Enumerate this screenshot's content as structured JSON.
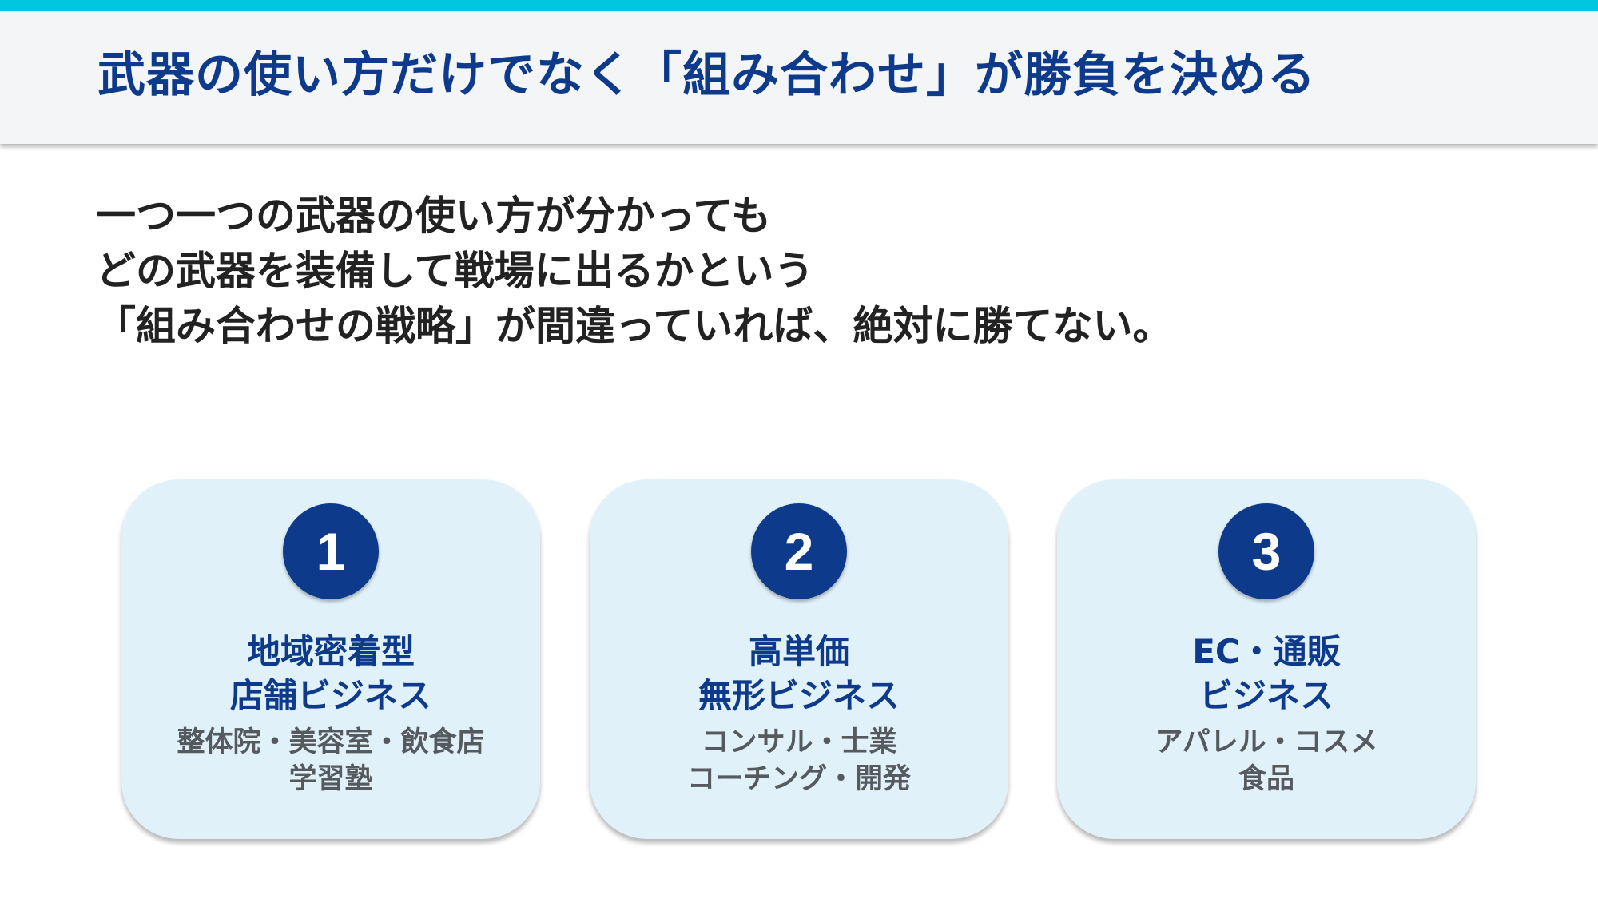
{
  "colors": {
    "accent_bar": "#00c6e0",
    "header_bg": "#f3f5f7",
    "navy": "#0d3a8a",
    "card_bg": "#e1f1fa",
    "body_text": "#222222",
    "sub_text": "#555a5e"
  },
  "header": {
    "title": "武器の使い方だけでなく「組み合わせ」が勝負を決める"
  },
  "body": {
    "lines": [
      "一つ一つの武器の使い方が分かっても",
      "どの武器を装備して戦場に出るかという",
      "「組み合わせの戦略」が間違っていれば、絶対に勝てない。"
    ]
  },
  "cards": [
    {
      "number": "1",
      "title_lines": [
        "地域密着型",
        "店舗ビジネス"
      ],
      "sub_lines": [
        "整体院・美容室・飲食店",
        "学習塾"
      ]
    },
    {
      "number": "2",
      "title_lines": [
        "高単価",
        "無形ビジネス"
      ],
      "sub_lines": [
        "コンサル・士業",
        "コーチング・開発"
      ]
    },
    {
      "number": "3",
      "title_lines": [
        "EC・通販",
        "ビジネス"
      ],
      "sub_lines": [
        "アパレル・コスメ",
        "食品"
      ]
    }
  ]
}
